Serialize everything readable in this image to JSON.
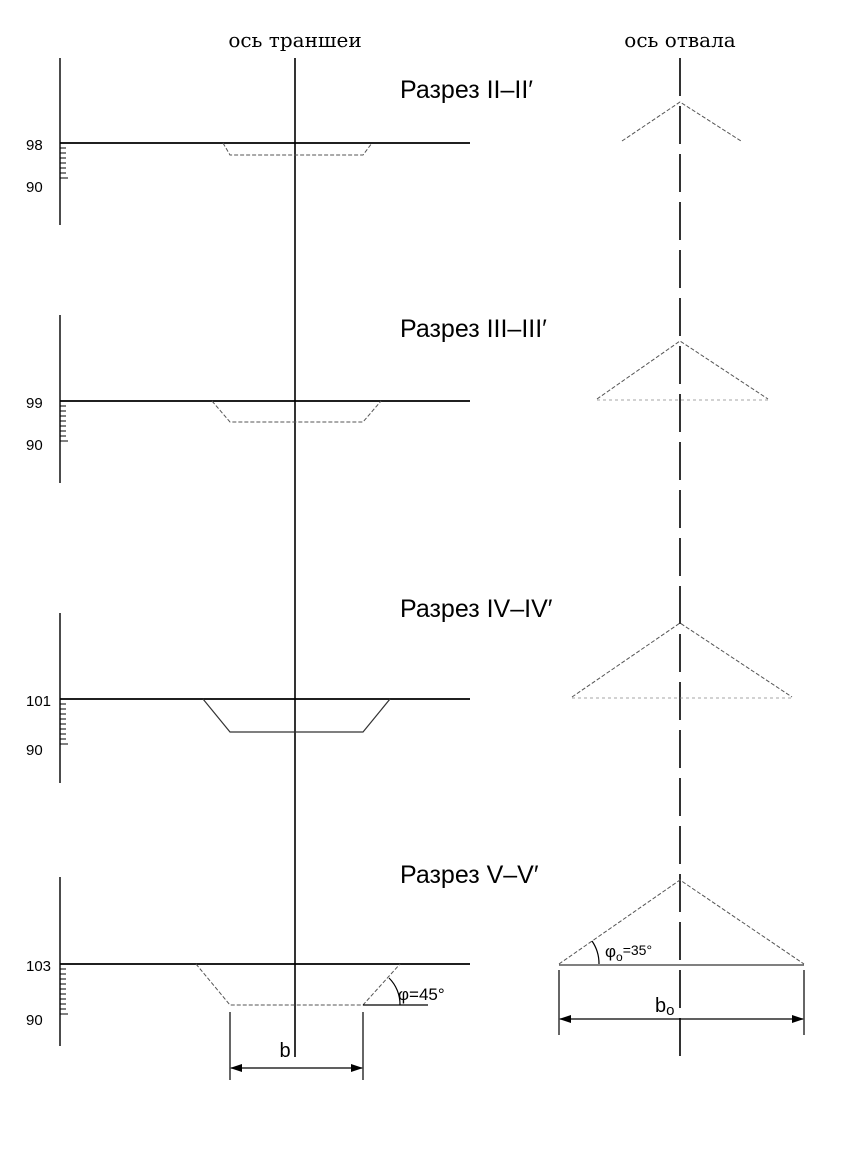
{
  "headers": {
    "trench_axis": "ось траншеи",
    "dump_axis": "ось отвала"
  },
  "sections": [
    {
      "title": "Разрез II–II′",
      "top_mark": "98",
      "bottom_mark": "90"
    },
    {
      "title": "Разрез III–III′",
      "top_mark": "99",
      "bottom_mark": "90"
    },
    {
      "title": "Разрез IV–IV′",
      "top_mark": "101",
      "bottom_mark": "90"
    },
    {
      "title": "Разрез V–V′",
      "top_mark": "103",
      "bottom_mark": "90"
    }
  ],
  "annotations": {
    "trench_angle": "φ=45°",
    "dump_angle_symbol": "φ",
    "dump_angle_sub": "o",
    "dump_angle_value": "=35°",
    "trench_width": "b",
    "dump_width_symbol": "b",
    "dump_width_sub": "o"
  },
  "colors": {
    "line": "#000000",
    "thin_line": "#333333",
    "dashed": "#555555"
  }
}
